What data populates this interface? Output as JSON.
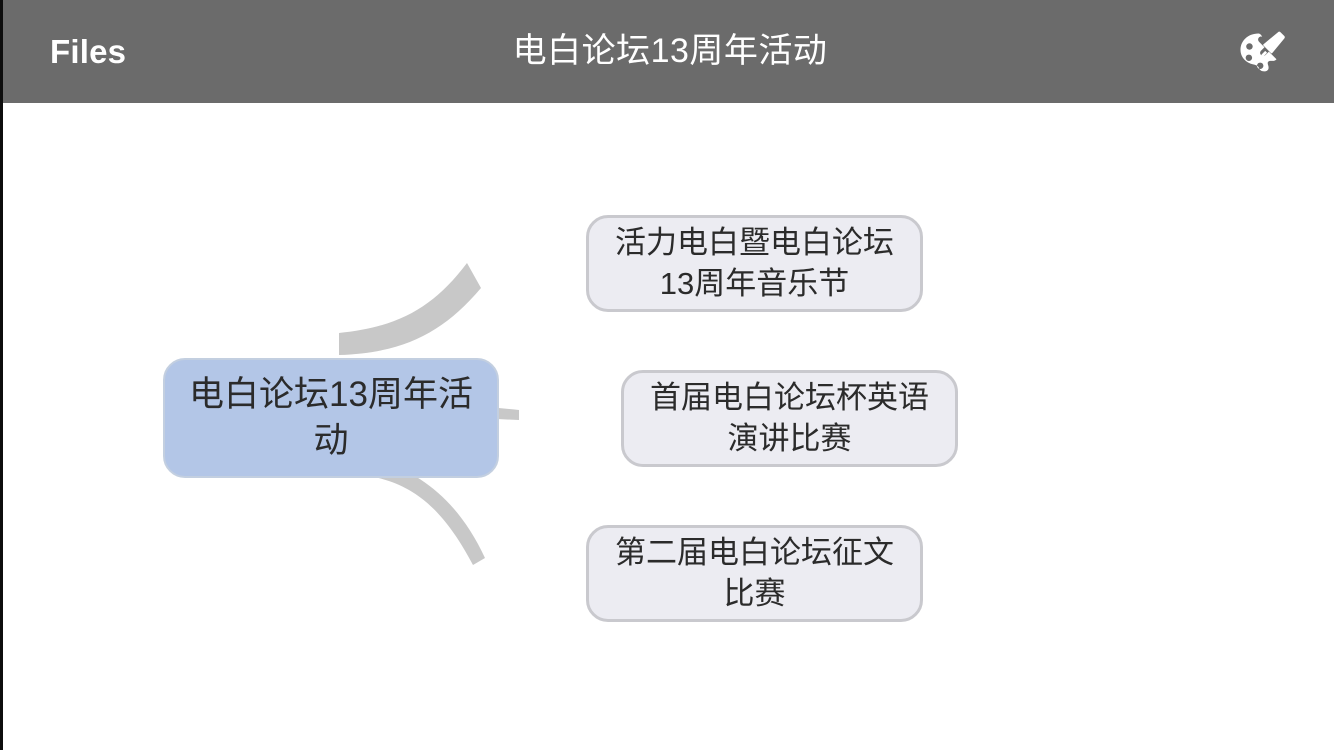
{
  "header": {
    "left_label": "Files",
    "title": "电白论坛13周年活动",
    "icon": "paint-palette-icon",
    "background_color": "#6b6b6b",
    "text_color": "#ffffff"
  },
  "mindmap": {
    "root": {
      "label": "电白论坛13周年活动",
      "fill_color": "#b3c6e7",
      "border_color": "#c3cfe0"
    },
    "branches": [
      {
        "label": "活力电白暨电白论坛13周年音乐节",
        "fill_color": "#ececf2",
        "border_color": "#c9c9ce"
      },
      {
        "label": "首届电白论坛杯英语演讲比赛",
        "fill_color": "#ececf2",
        "border_color": "#c9c9ce"
      },
      {
        "label": "第二届电白论坛征文比赛",
        "fill_color": "#ececf2",
        "border_color": "#c9c9ce"
      }
    ],
    "connector_color": "#c8c8c8",
    "canvas_background": "#ffffff"
  }
}
